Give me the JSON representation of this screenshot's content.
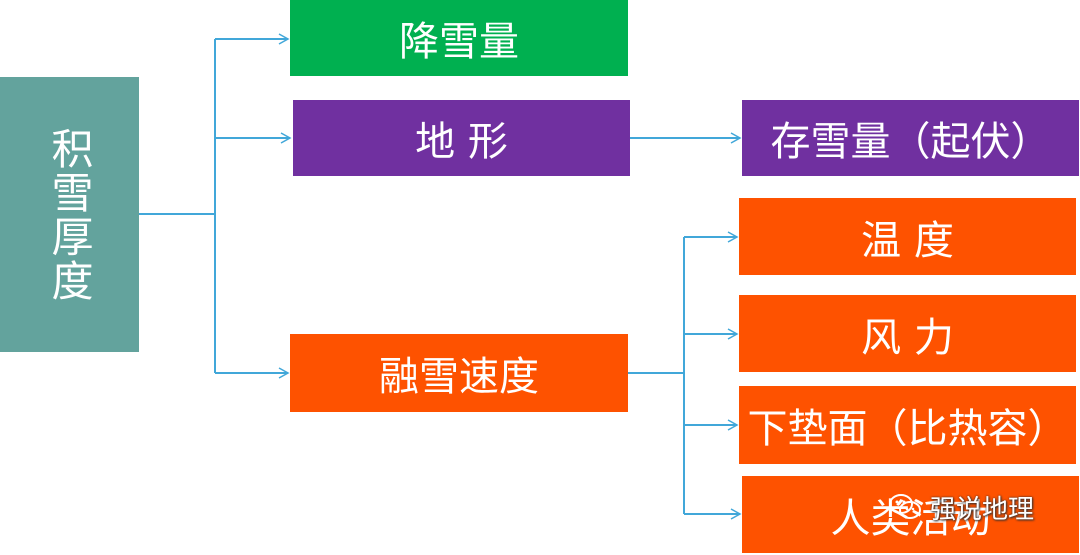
{
  "root": {
    "label": "积雪厚度"
  },
  "level1": [
    {
      "id": "snowfall",
      "label": "降雪量",
      "color": "#00b050"
    },
    {
      "id": "terrain",
      "label": "地 形",
      "color": "#7030a0"
    },
    {
      "id": "melt",
      "label": "融雪速度",
      "color": "#fe5200"
    }
  ],
  "terrain_child": {
    "label": "存雪量（起伏）",
    "color": "#7030a0"
  },
  "melt_children": [
    {
      "id": "temperature",
      "label": "温 度"
    },
    {
      "id": "wind",
      "label": "风 力"
    },
    {
      "id": "surface",
      "label": "下垫面（比热容）"
    },
    {
      "id": "human",
      "label": "人类活动"
    }
  ],
  "watermark": {
    "text": "强说地理",
    "icon": "wechat-icon"
  },
  "colors": {
    "connector": "#41a7d9",
    "root": "#63a39d",
    "orange": "#fe5200"
  }
}
